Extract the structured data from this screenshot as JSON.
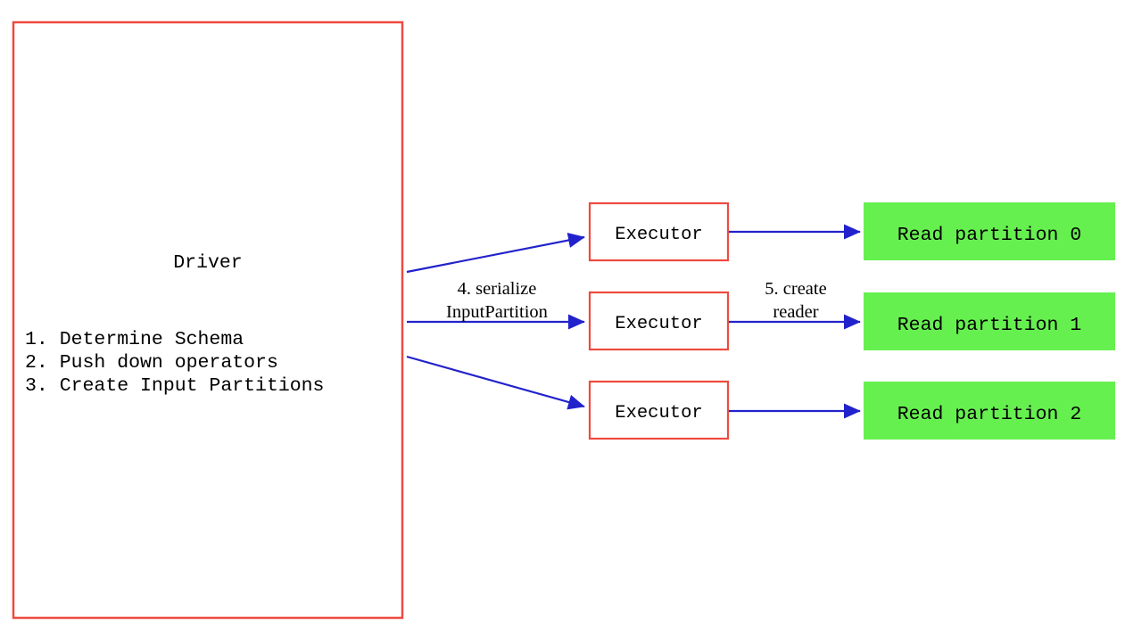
{
  "colors": {
    "box_border_red": "#ee4a3f",
    "partition_green": "#66f050",
    "arrow_blue": "#2222cc",
    "text_black": "#000000",
    "canvas_white": "#ffffff"
  },
  "driver": {
    "title": "Driver",
    "steps": [
      "1. Determine Schema",
      "2. Push down operators",
      "3. Create Input Partitions"
    ]
  },
  "executors": [
    {
      "label": "Executor"
    },
    {
      "label": "Executor"
    },
    {
      "label": "Executor"
    }
  ],
  "partitions": [
    {
      "label": "Read partition 0"
    },
    {
      "label": "Read partition 1"
    },
    {
      "label": "Read partition 2"
    }
  ],
  "annotations": {
    "serialize": {
      "line1": "4. serialize",
      "line2": "InputPartition"
    },
    "create_reader": {
      "line1": "5. create",
      "line2": "reader"
    }
  }
}
